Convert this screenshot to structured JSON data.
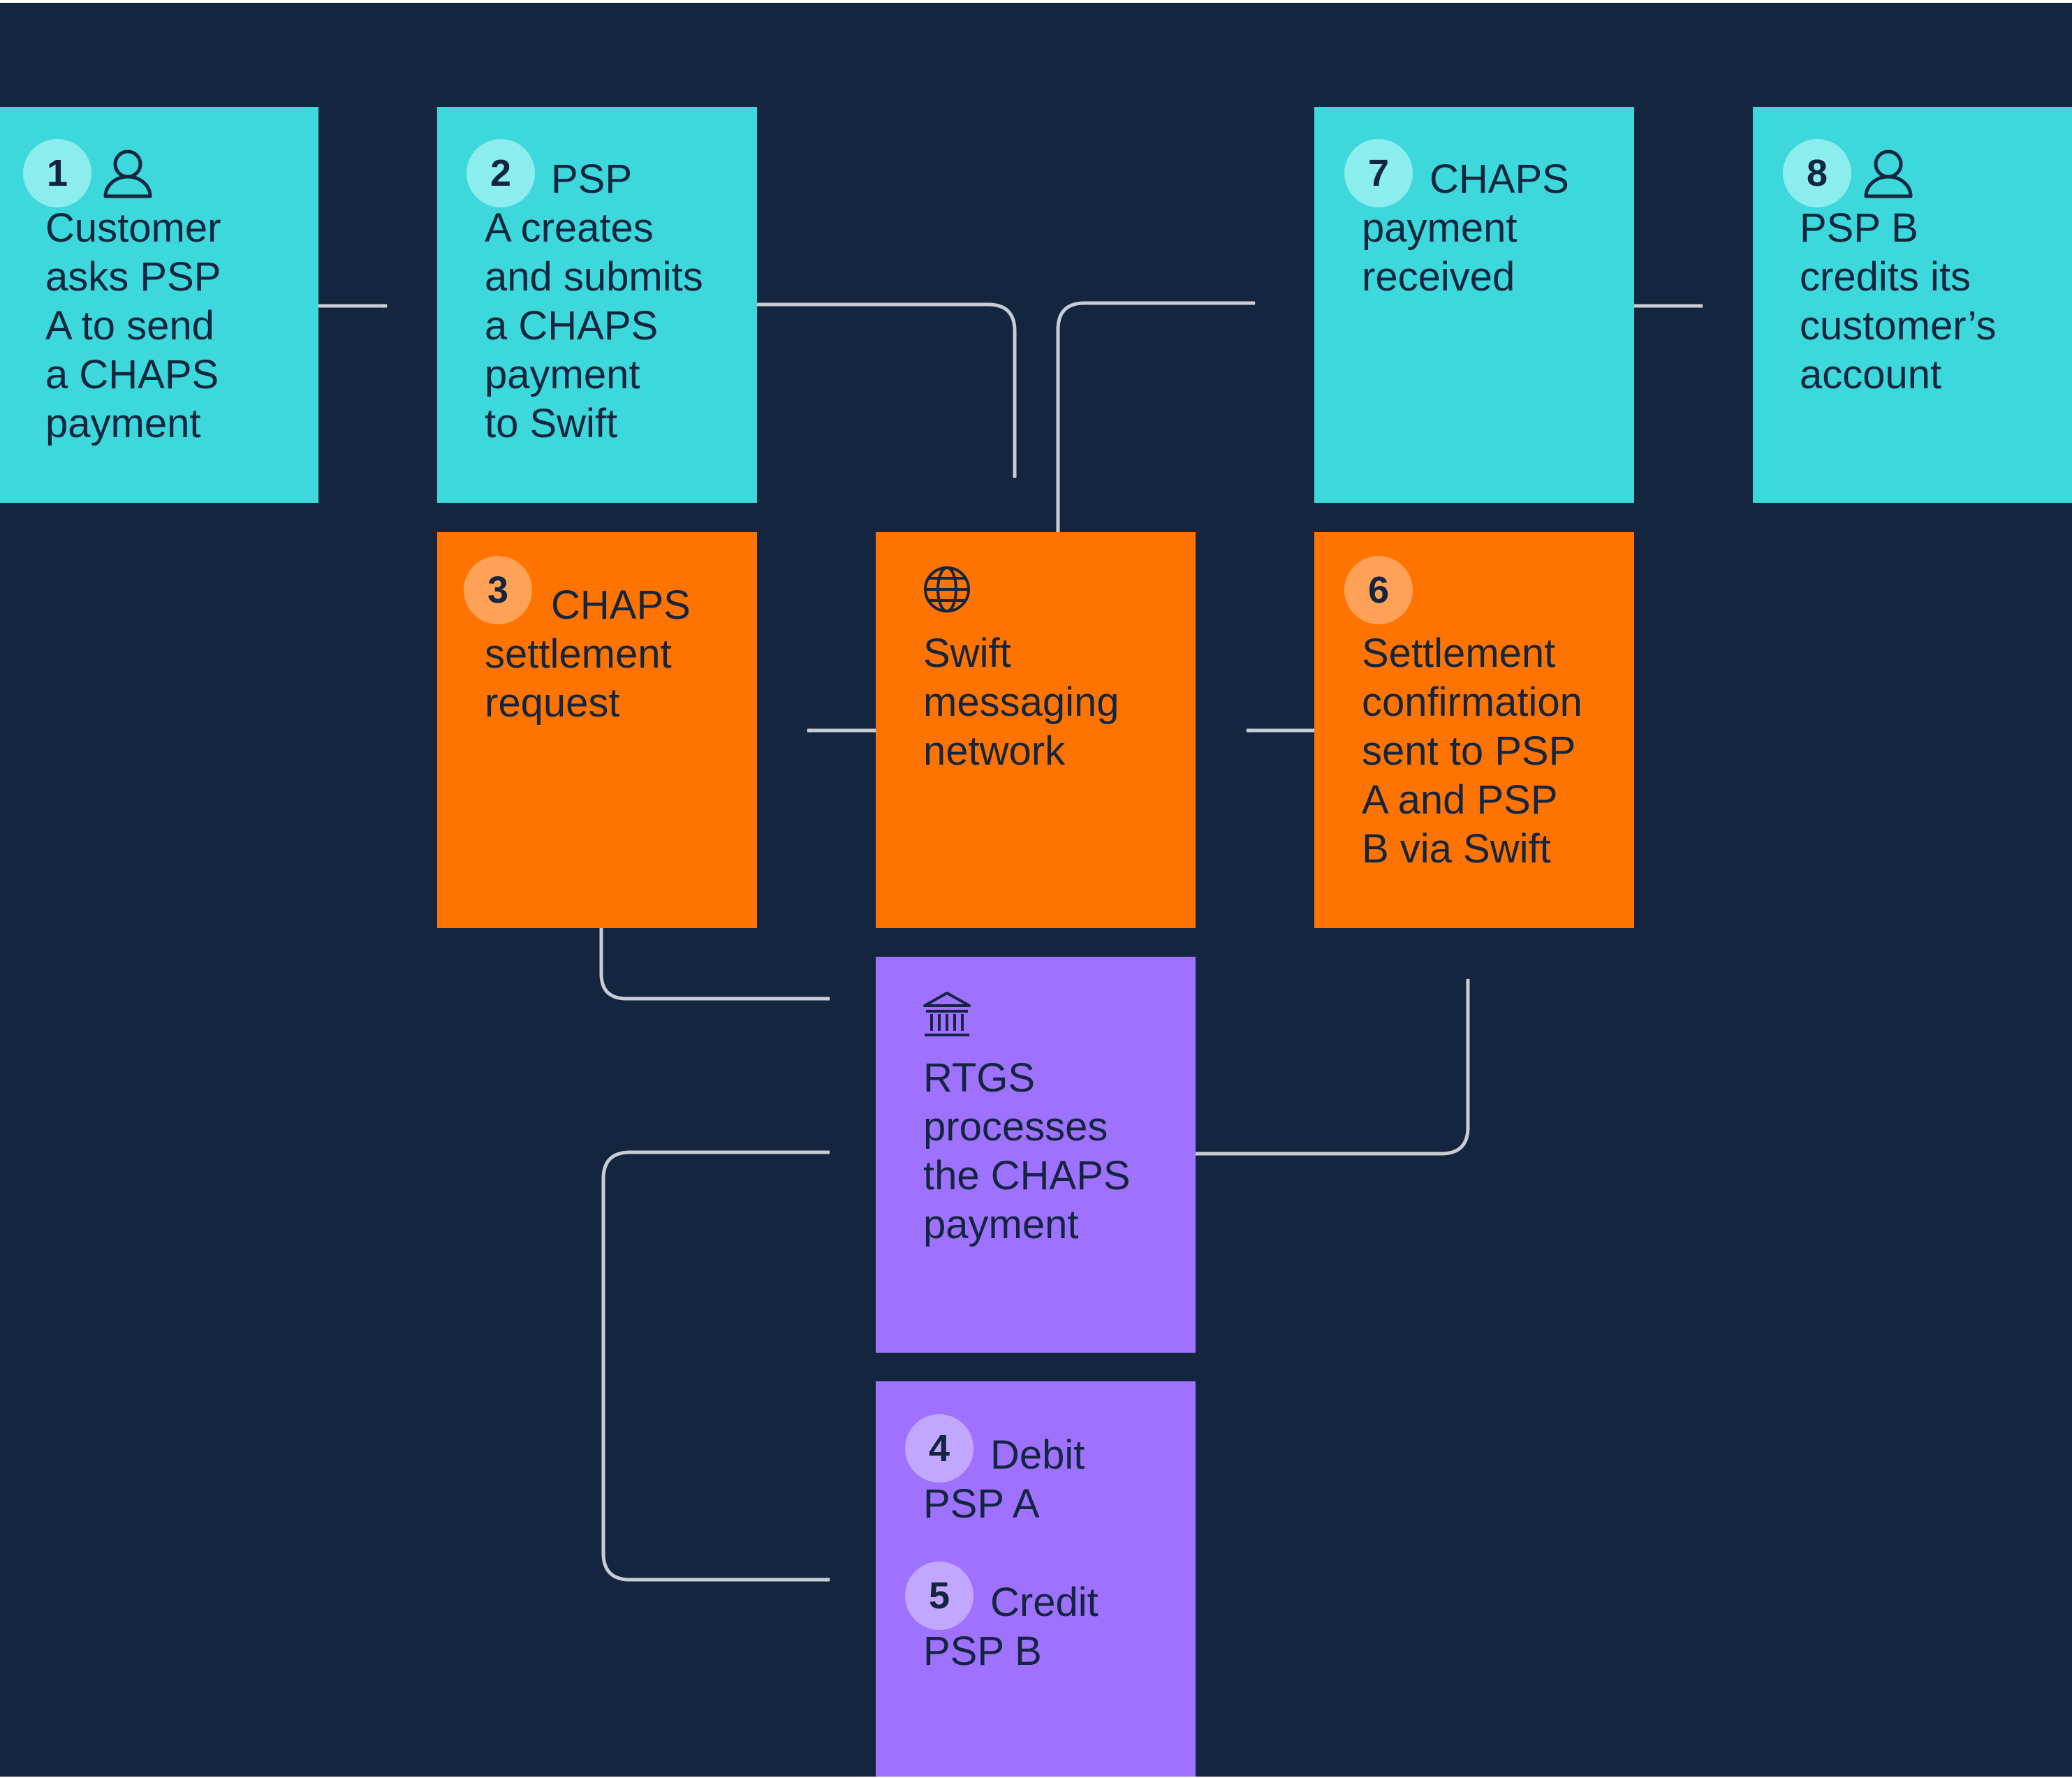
{
  "diagram": {
    "steps": [
      {
        "id": "customer-request",
        "number": "1",
        "icon": "person-icon",
        "lines": [
          "Customer",
          "asks PSP",
          "A to send",
          "a CHAPS",
          "payment"
        ]
      },
      {
        "id": "psp-a-submits",
        "number": "2",
        "lines": [
          "PSP",
          "A creates",
          "and submits",
          "a CHAPS",
          "payment",
          "to Swift"
        ]
      },
      {
        "id": "settlement-request",
        "number": "3",
        "lines": [
          "CHAPS",
          "settlement",
          "request"
        ]
      },
      {
        "id": "swift-network",
        "icon": "globe-icon",
        "lines": [
          "Swift",
          "messaging",
          "network"
        ]
      },
      {
        "id": "settlement-confirmation",
        "number": "6",
        "lines": [
          "Settlement",
          "confirmation",
          "sent to PSP",
          "A and PSP",
          "B via Swift"
        ]
      },
      {
        "id": "payment-received",
        "number": "7",
        "lines": [
          "CHAPS",
          "payment",
          "received"
        ]
      },
      {
        "id": "psp-b-credits",
        "number": "8",
        "icon": "person-icon",
        "lines": [
          "PSP B",
          "credits its",
          "customer’s",
          "account"
        ]
      },
      {
        "id": "rtgs-processes",
        "icon": "bank-icon",
        "lines": [
          "RTGS",
          "processes",
          "the CHAPS",
          "payment"
        ]
      }
    ],
    "ledger": [
      {
        "id": "debit",
        "number": "4",
        "lines": [
          "Debit",
          "PSP A"
        ]
      },
      {
        "id": "credit",
        "number": "5",
        "lines": [
          "Credit",
          "PSP B"
        ]
      }
    ],
    "colors": {
      "background": "#14253F",
      "psp_box": "#3CD8DB",
      "swift_box": "#FF7400",
      "rtgs_box": "#9E72FF",
      "connector": "#C9CCD3"
    }
  }
}
